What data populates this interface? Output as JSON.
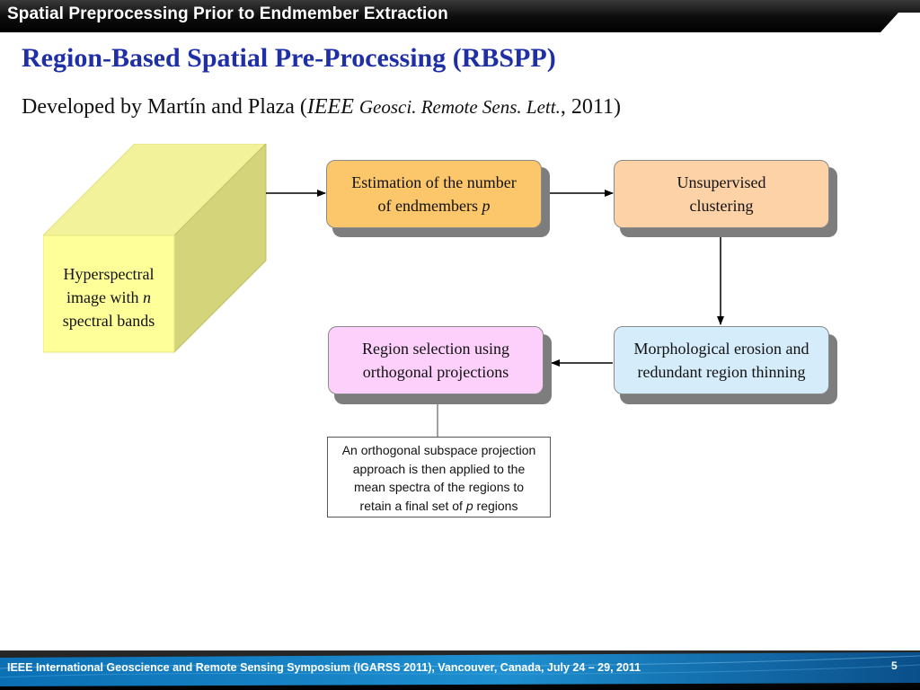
{
  "header": {
    "title": "Spatial Preprocessing Prior to Endmember Extraction"
  },
  "slide": {
    "title": "Region-Based Spatial Pre-Processing (RBSPP)",
    "subtitle_prefix": "Developed by Martín and Plaza (",
    "subtitle_journal_1": "IEEE ",
    "subtitle_journal_2": "Geosci. Remote Sens. Lett.",
    "subtitle_suffix": ", 2011)"
  },
  "diagram": {
    "cube": {
      "line1": "Hyperspectral",
      "line2_prefix": "image with ",
      "line2_var": "n",
      "line3": "spectral bands"
    },
    "nodes": {
      "estimation_line1": "Estimation of the number",
      "estimation_line2_prefix": "of endmembers ",
      "estimation_line2_var": "p",
      "clustering_line1": "Unsupervised",
      "clustering_line2": "clustering",
      "morph_line1": "Morphological erosion and",
      "morph_line2": "redundant region thinning",
      "region_line1": "Region selection using",
      "region_line2": "orthogonal projections"
    },
    "note": {
      "line1": "An orthogonal subspace projection",
      "line2": "approach is then applied to the",
      "line3": "mean spectra of the regions to",
      "line4_prefix": "retain a final set of ",
      "line4_var": "p",
      "line4_suffix": " regions"
    },
    "colors": {
      "estimation": "#fcc66a",
      "clustering": "#fdd2a6",
      "morph": "#d5ecfb",
      "region": "#fdd0fb",
      "cube_front": "#ffff9a",
      "cube_top": "#f2f29a",
      "cube_side": "#d4d47a"
    }
  },
  "footer": {
    "text": "IEEE International Geoscience and Remote Sensing Symposium (IGARSS 2011), Vancouver, Canada, July 24 – 29, 2011",
    "page": "5"
  }
}
